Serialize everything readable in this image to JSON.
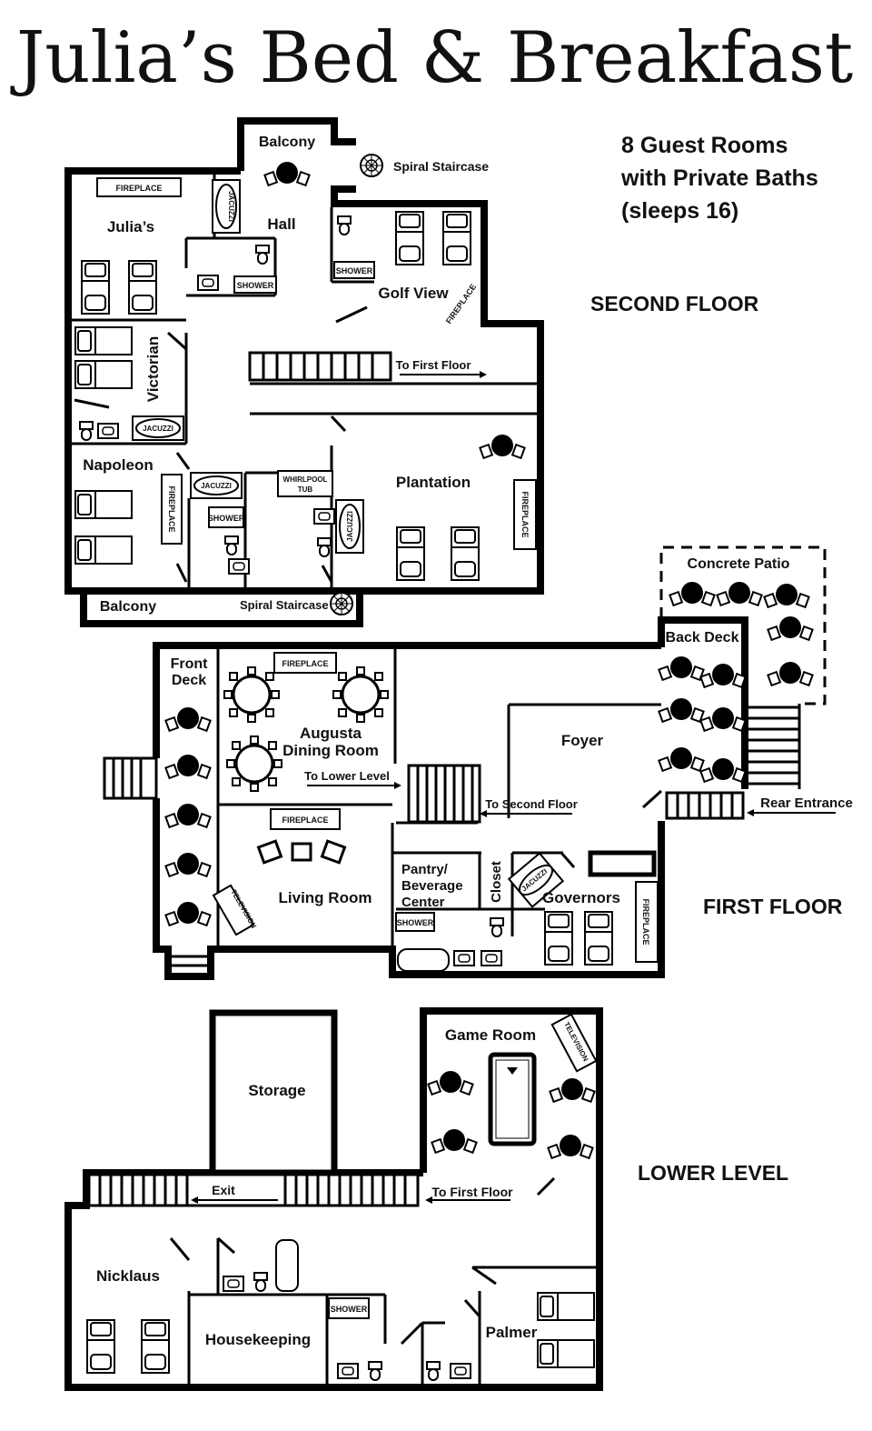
{
  "title": "Julia’s Bed & Breakfast",
  "summary": {
    "line1": "8 Guest Rooms",
    "line2": "with Private Baths",
    "line3": "(sleeps 16)"
  },
  "floors": {
    "second": "SECOND FLOOR",
    "first": "FIRST FLOOR",
    "lower": "LOWER LEVEL"
  },
  "second_floor": {
    "balcony_top": "Balcony",
    "spiral_top": "Spiral Staircase",
    "julias": "Julia’s",
    "hall": "Hall",
    "golf_view": "Golf View",
    "victorian": "Victorian",
    "napoleon": "Napoleon",
    "plantation": "Plantation",
    "to_first_floor": "To First Floor",
    "balcony_bottom": "Balcony",
    "spiral_bottom": "Spiral Staircase"
  },
  "first_floor": {
    "concrete_patio": "Concrete Patio",
    "back_deck": "Back Deck",
    "front_deck_1": "Front",
    "front_deck_2": "Deck",
    "augusta_1": "Augusta",
    "augusta_2": "Dining Room",
    "to_lower_level": "To Lower Level",
    "foyer": "Foyer",
    "to_second_floor": "To Second Floor",
    "rear_entrance": "Rear Entrance",
    "living_room": "Living Room",
    "pantry_1": "Pantry/",
    "pantry_2": "Beverage",
    "pantry_3": "Center",
    "closet": "Closet",
    "governors": "Governors"
  },
  "lower_level": {
    "storage": "Storage",
    "game_room": "Game Room",
    "exit": "Exit",
    "to_first_floor": "To First Floor",
    "nicklaus": "Nicklaus",
    "housekeeping": "Housekeeping",
    "palmer": "Palmer"
  },
  "fixtures": {
    "fireplace": "FIREPLACE",
    "jacuzzi": "JACUZZI",
    "shower": "SHOWER",
    "whirlpool_1": "WHIRLPOOL",
    "whirlpool_2": "TUB",
    "television": "TELEVISION"
  }
}
